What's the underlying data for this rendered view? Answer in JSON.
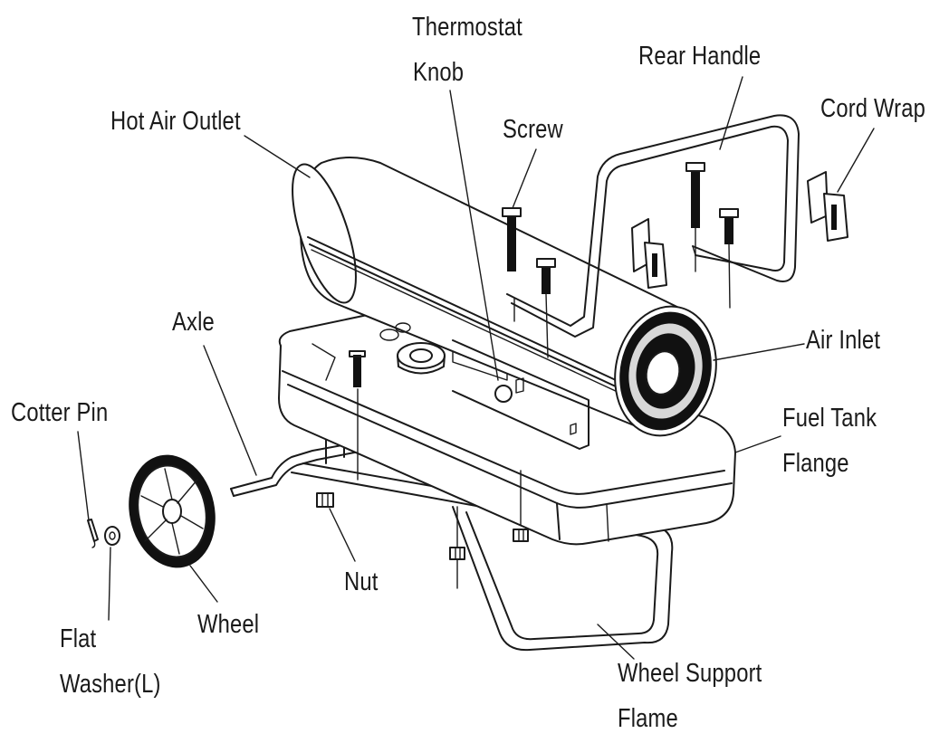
{
  "labels": {
    "thermostat_knob": [
      "Thermostat",
      "Knob"
    ],
    "rear_handle": "Rear Handle",
    "cord_wrap": "Cord Wrap",
    "hot_air_outlet": "Hot Air Outlet",
    "screw": "Screw",
    "axle": "Axle",
    "air_inlet": "Air Inlet",
    "cotter_pin": "Cotter Pin",
    "fuel_tank_flange": [
      "Fuel Tank",
      "Flange"
    ],
    "nut": "Nut",
    "wheel": "Wheel",
    "flat_washer": [
      "Flat",
      "Washer(L)"
    ],
    "wheel_support_flame": [
      "Wheel Support",
      "Flame"
    ]
  }
}
